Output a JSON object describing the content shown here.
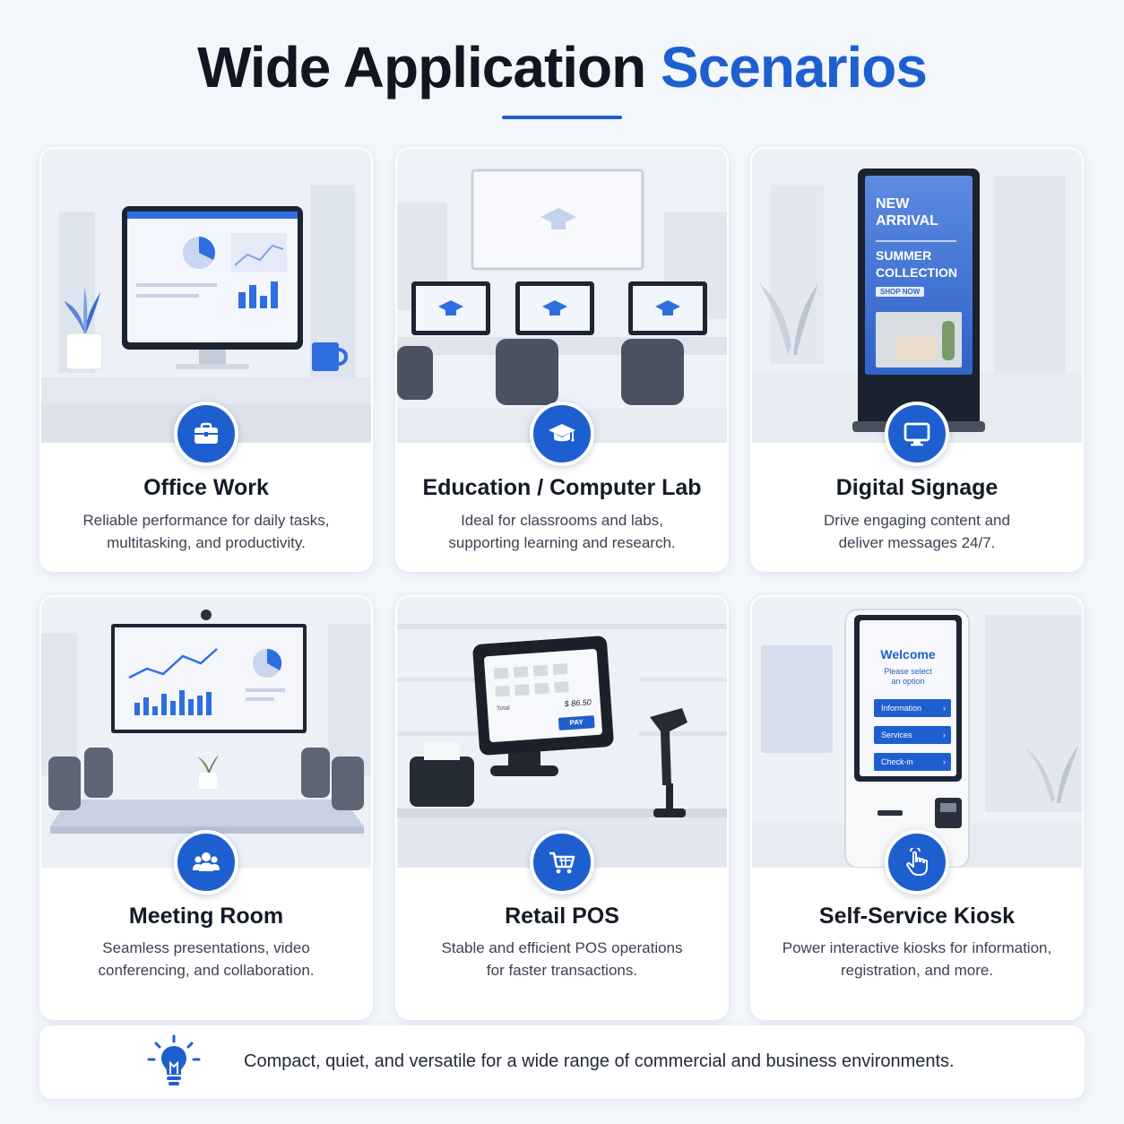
{
  "heading": {
    "part1": "Wide Application",
    "part2": "Scenarios"
  },
  "colors": {
    "accent": "#1e5fd0",
    "card_bg": "#ffffff",
    "page_bg": "#f3f6fb"
  },
  "cards": [
    {
      "icon": "briefcase-icon",
      "title": "Office Work",
      "desc_line1": "Reliable performance for daily tasks,",
      "desc_line2": "multitasking, and productivity."
    },
    {
      "icon": "graduation-cap-icon",
      "title": "Education / Computer Lab",
      "desc_line1": "Ideal for classrooms and labs,",
      "desc_line2": "supporting learning and research."
    },
    {
      "icon": "monitor-icon",
      "title": "Digital Signage",
      "desc_line1": "Drive engaging content and",
      "desc_line2": "deliver messages 24/7."
    },
    {
      "icon": "users-icon",
      "title": "Meeting Room",
      "desc_line1": "Seamless presentations, video",
      "desc_line2": "conferencing, and collaboration."
    },
    {
      "icon": "shopping-cart-icon",
      "title": "Retail POS",
      "desc_line1": "Stable and efficient POS operations",
      "desc_line2": "for faster transactions."
    },
    {
      "icon": "touch-hand-icon",
      "title": "Self-Service Kiosk",
      "desc_line1": "Power interactive kiosks for information,",
      "desc_line2": "registration, and more."
    }
  ],
  "signage_screen": {
    "line1": "NEW",
    "line2": "ARRIVAL",
    "line3": "SUMMER",
    "line4": "COLLECTION",
    "button": "SHOP NOW"
  },
  "pos_screen": {
    "total_label": "Total",
    "total_value": "$ 86.50",
    "pay_button": "PAY"
  },
  "kiosk_screen": {
    "welcome": "Welcome",
    "prompt_line1": "Please select",
    "prompt_line2": "an option",
    "options": [
      "Information",
      "Services",
      "Check-in"
    ]
  },
  "footer": {
    "icon": "lightbulb-icon",
    "text": "Compact, quiet, and versatile for a wide range of commercial and business environments."
  }
}
